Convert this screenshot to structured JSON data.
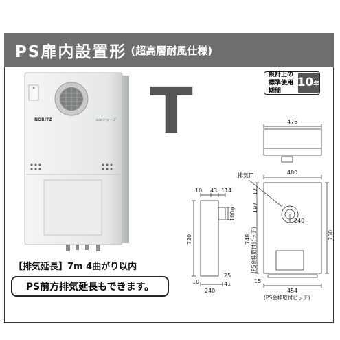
{
  "header": {
    "title": "PS扉内設置形",
    "subtitle": "(超高層耐風仕様)"
  },
  "badge": {
    "line1": "設計上の",
    "line2": "標準使用期間",
    "years": "10",
    "unit": "年"
  },
  "model_letter": "T",
  "product": {
    "brand": "NORITZ",
    "eco_mark": "ecoジョーズ"
  },
  "exhaust_note": "【排気延長】7m 4曲がり以内",
  "front_note": "PS前方排気延長もできます。",
  "dimensions": {
    "top_width": "476",
    "front_width": "480",
    "exhaust_label": "排気口",
    "d10": "10",
    "d43": "43",
    "d114": "114",
    "d12": "12",
    "d197": "197",
    "d100": "100φ",
    "d240_mid": "240",
    "d720": "720",
    "d748": "748",
    "d750": "750",
    "d10_bottom": "10",
    "d25": "25",
    "d41": "41",
    "d15": "15",
    "d240_bottom": "240",
    "d454": "454",
    "pitch_v": "(PS金枠取付ピッチ)",
    "pitch_h": "(PS金枠取付ピッチ)"
  },
  "colors": {
    "header_bg": "#6e6e6e",
    "t_color": "#555555",
    "unit_body": "#e9ebea"
  }
}
